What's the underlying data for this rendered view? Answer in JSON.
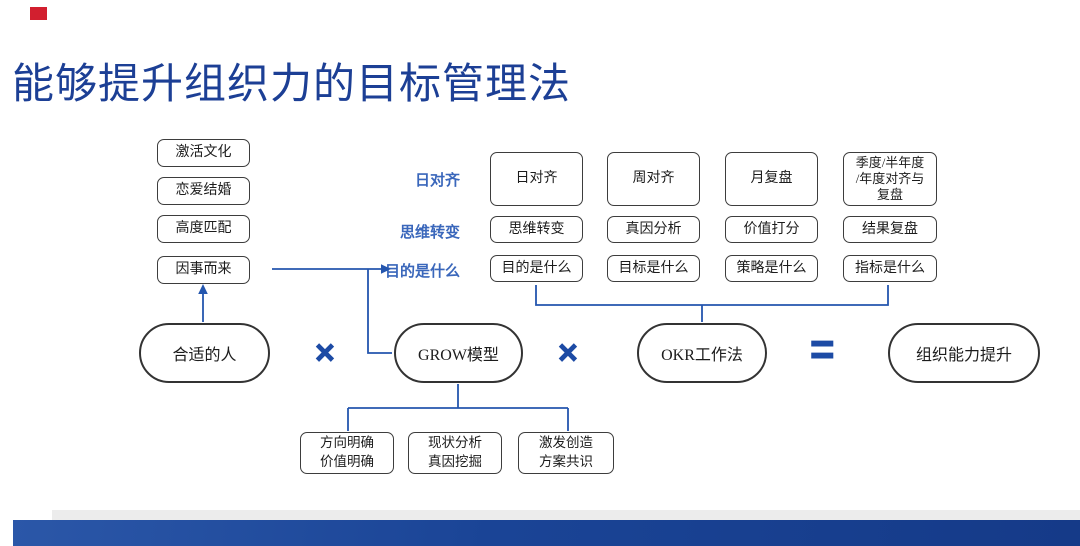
{
  "slide": {
    "title": "能够提升组织力的目标管理法",
    "accent_red": "#d21f2f",
    "connector_blue": "#2456ae",
    "label_blue": "#3a67bb",
    "bar_blue": "#1a4496",
    "bar_gray": "#ececec"
  },
  "left_column": {
    "items": [
      "激活文化",
      "恋爱结婚",
      "高度匹配",
      "因事而来"
    ]
  },
  "matrix": {
    "row_labels": [
      "日对齐",
      "思维转变",
      "目的是什么"
    ],
    "rows": [
      [
        "日对齐",
        "周对齐",
        "月复盘",
        "季度/半年度\n/年度对齐与\n复盘"
      ],
      [
        "思维转变",
        "真因分析",
        "价值打分",
        "结果复盘"
      ],
      [
        "目的是什么",
        "目标是什么",
        "策略是什么",
        "指标是什么"
      ]
    ]
  },
  "equation": {
    "terms": [
      "合适的人",
      "GROW模型",
      "OKR工作法",
      "组织能力提升"
    ],
    "operators": [
      "×",
      "×",
      "="
    ]
  },
  "grow_children": [
    "方向明确\n价值明确",
    "现状分析\n真因挖掘",
    "激发创造\n方案共识"
  ]
}
